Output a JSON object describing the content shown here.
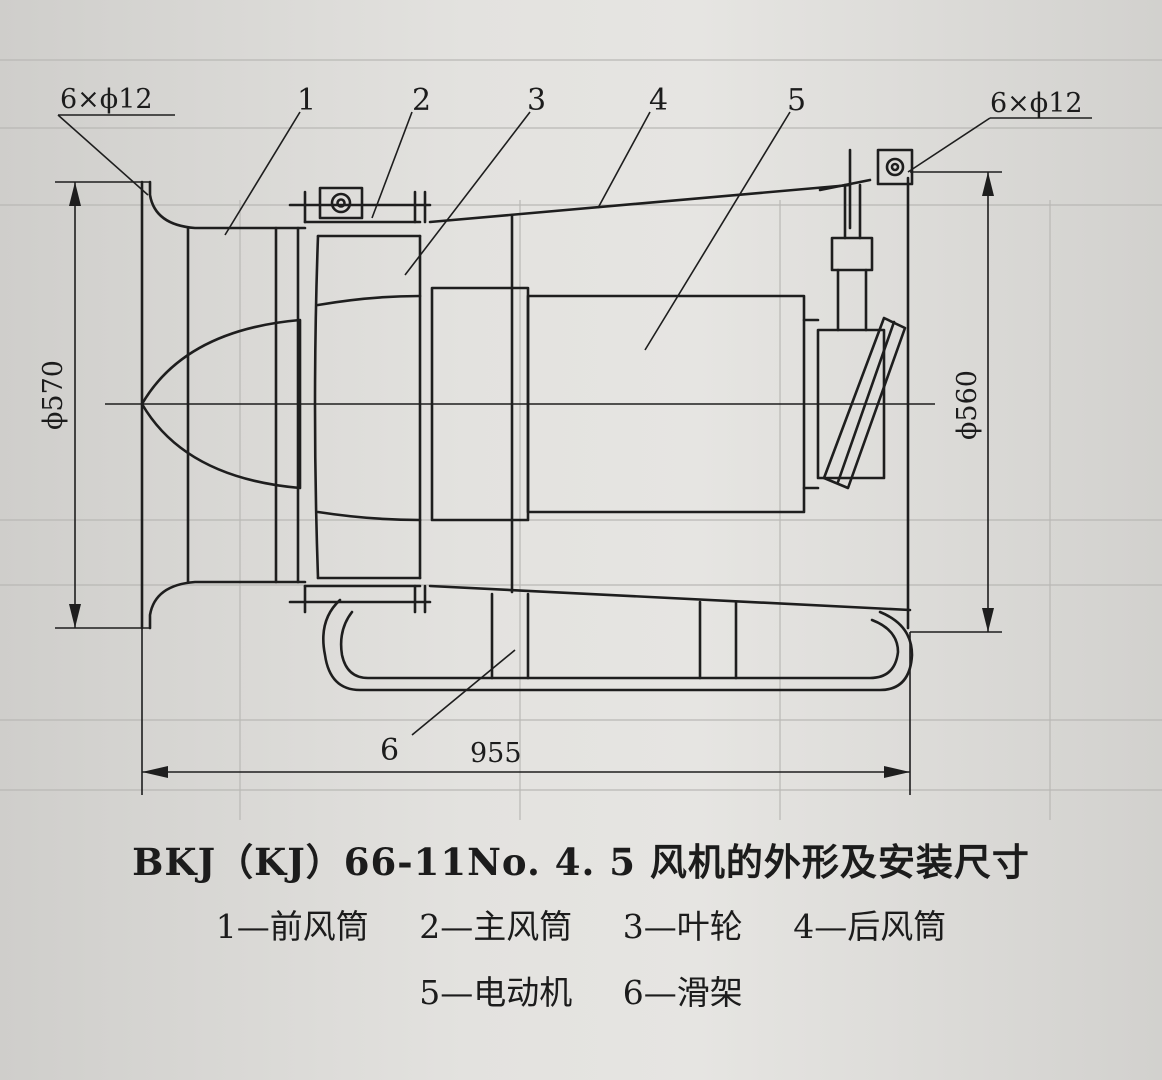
{
  "figure": {
    "title": "BKJ（KJ）66-11No. 4. 5 风机的外形及安装尺寸",
    "dimensions": {
      "inlet_flange_holes": "6×ϕ12",
      "outlet_flange_holes": "6×ϕ12",
      "inlet_diameter": "ϕ570",
      "outlet_diameter": "ϕ560",
      "overall_length": "955"
    },
    "part_numbers": [
      "1",
      "2",
      "3",
      "4",
      "5",
      "6"
    ],
    "legend": [
      {
        "text": "1—前风筒"
      },
      {
        "text": "2—主风筒"
      },
      {
        "text": "3—叶轮"
      },
      {
        "text": "4—后风筒"
      },
      {
        "text": "5—电动机"
      },
      {
        "text": "6—滑架"
      }
    ]
  }
}
